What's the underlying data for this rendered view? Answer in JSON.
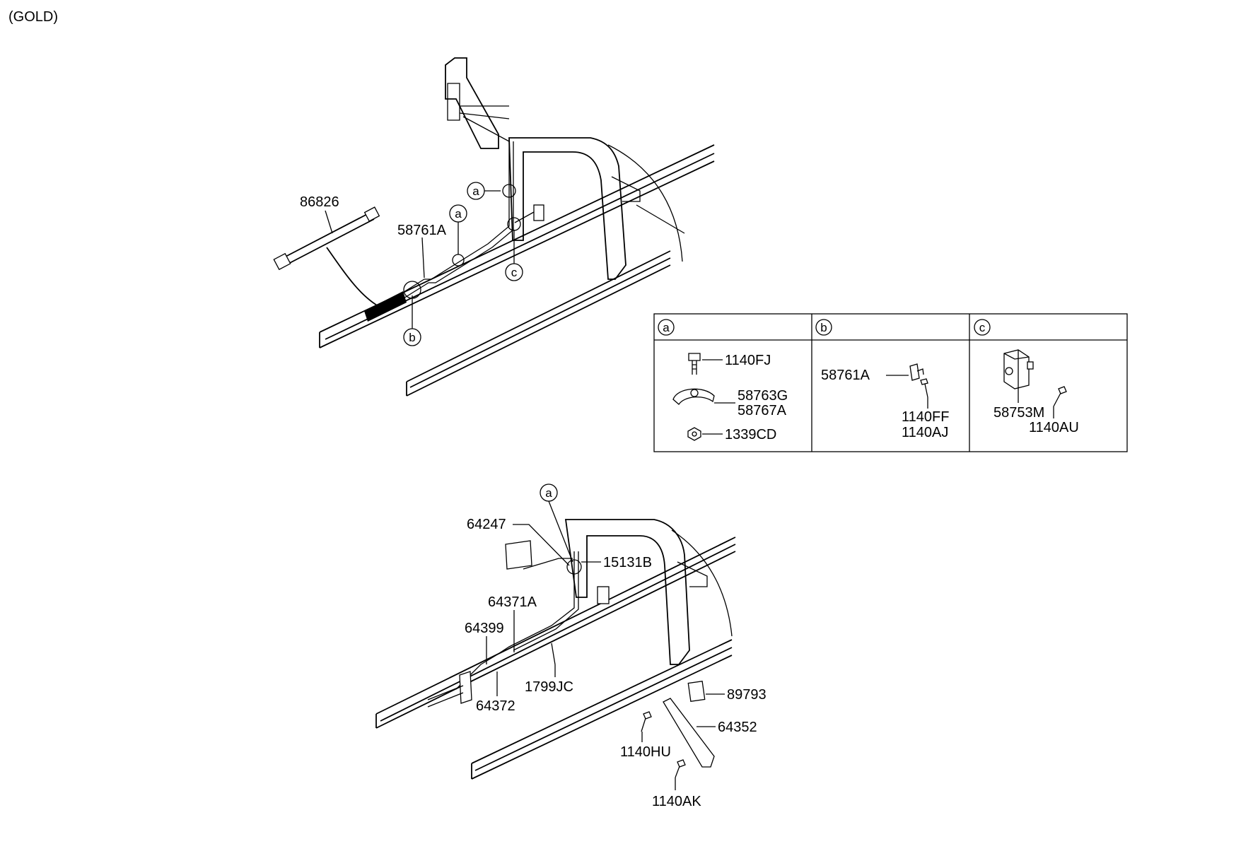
{
  "header": {
    "variant": "(GOLD)"
  },
  "top_assembly": {
    "callouts": {
      "a1": "a",
      "a2": "a",
      "b": "b",
      "c": "c"
    },
    "parts": {
      "hose": "86826",
      "clip": "58761A"
    }
  },
  "detail_table": {
    "a": {
      "header": "a",
      "parts": [
        "1140FJ",
        "58763G",
        "58767A",
        "1339CD"
      ]
    },
    "b": {
      "header": "b",
      "parts": [
        "58761A",
        "1140FF",
        "1140AJ"
      ]
    },
    "c": {
      "header": "c",
      "parts": [
        "58753M",
        "1140AU"
      ]
    }
  },
  "bottom_assembly": {
    "callouts": {
      "a": "a"
    },
    "parts": {
      "p64247": "64247",
      "p15131B": "15131B",
      "p64371A": "64371A",
      "p64399": "64399",
      "p64372": "64372",
      "p1799JC": "1799JC",
      "p89793": "89793",
      "p64352": "64352",
      "p1140HU": "1140HU",
      "p1140AK": "1140AK"
    }
  }
}
